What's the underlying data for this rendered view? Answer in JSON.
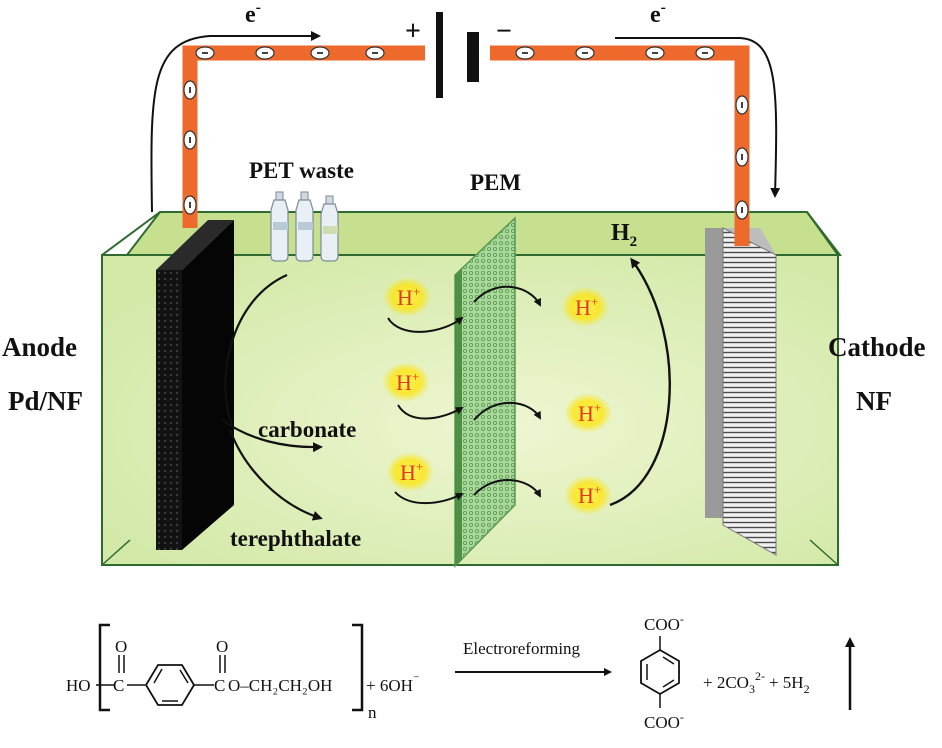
{
  "circuit": {
    "electron_left": "e",
    "electron_right": "e",
    "electron_sup": "-",
    "plus_sign": "+",
    "minus_sign": "−"
  },
  "labels": {
    "pet_waste": "PET waste",
    "pem": "PEM",
    "h2_main": "H",
    "h2_sub": "2",
    "anode_name": "Anode",
    "anode_material": "Pd/NF",
    "cathode_name": "Cathode",
    "cathode_material": "NF",
    "carbonate": "carbonate",
    "terephthalate": "terephthalate",
    "proton_main": "H",
    "proton_sup": "+"
  },
  "equation": {
    "ho_left": "HO",
    "carbonyl_o": "O",
    "ester_link": "O–CH₂CH₂OH",
    "subscript_n": "n",
    "plus_6oh": "+ 6OH",
    "oh_charge": "⁻",
    "arrow_label": "Electroreforming",
    "coo_top": "COO",
    "coo_bottom": "COO",
    "coo_charge": "-",
    "products": "+ 2CO",
    "co3_sub": "3",
    "co3_charge": "2-",
    "plus_5h": "+ 5H",
    "h2_sub": "2"
  },
  "colors": {
    "wire": "#ee6a2c",
    "electrolyte": "#ddeeb4",
    "tank_edge": "#2f6b2f",
    "anode": "#151515",
    "cathode": "#8e8e8e",
    "membrane": "#77b86c",
    "proton_glow": "#ffe100",
    "proton_text": "#e03a18"
  }
}
